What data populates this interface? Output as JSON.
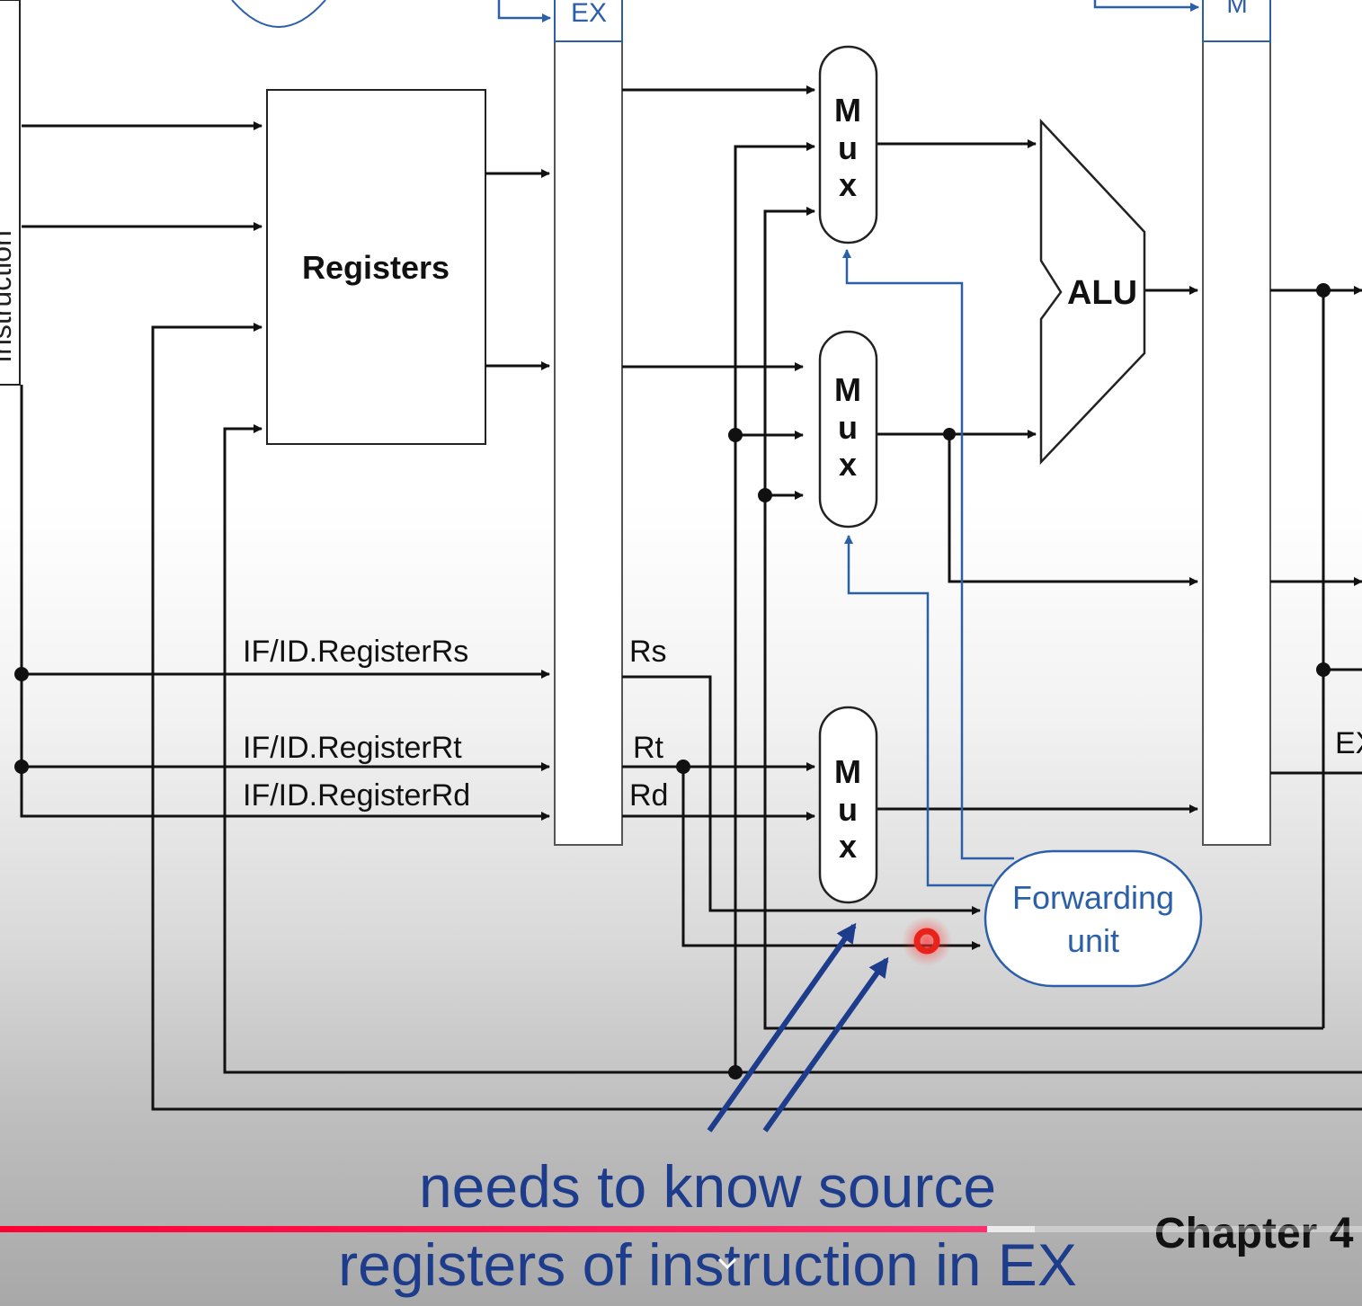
{
  "diagram": {
    "labels": {
      "ex_top": "EX",
      "m_top": "M",
      "instruction": "Instruction",
      "registers": "Registers",
      "alu": "ALU",
      "mux_letters": [
        "M",
        "u",
        "x"
      ],
      "ifid_rs": "IF/ID.RegisterRs",
      "ifid_rt": "IF/ID.RegisterRt",
      "ifid_rd": "IF/ID.RegisterRd",
      "rs": "Rs",
      "rt": "Rt",
      "rd": "Rd",
      "ex_right": "EX",
      "forwarding_line1": "Forwarding",
      "forwarding_line2": "unit"
    },
    "colors": {
      "wire": "#111111",
      "control": "#2b5fa8",
      "annotation": "#1d3c8c",
      "cursor": "#e8231c"
    }
  },
  "caption": {
    "line1": "needs to know source",
    "line2": "registers of instruction in EX",
    "chapter": "Chapter 4"
  },
  "player": {
    "progress_fraction": 0.725,
    "buffered_fraction": 0.76,
    "progress_color": "#ff0033",
    "chevron_icon": "chevron-down-icon"
  }
}
